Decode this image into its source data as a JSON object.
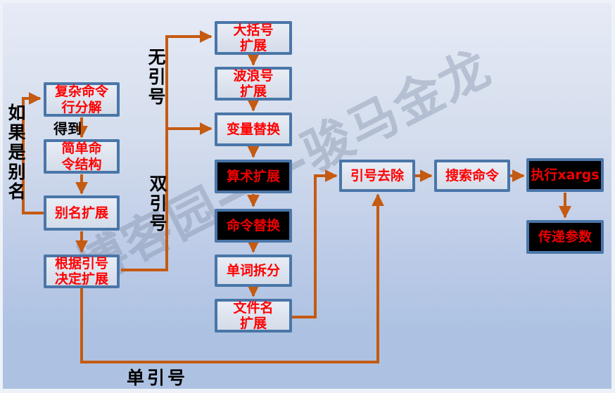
{
  "diagram": {
    "watermark": "博客园——骏马金龙",
    "colors": {
      "arrow": "#c55a11",
      "box_border": "#4a76a8",
      "box_fill_light": "#dde3ee",
      "box_fill_dark": "#000000",
      "box_text_red": "#ff0000",
      "label_black": "#000000",
      "background_top": "#e6ebf6",
      "background_bottom": "#adc2e2"
    },
    "nodes": {
      "complex_cmd": {
        "label": "复杂命令\n行分解",
        "style": "light"
      },
      "simple_cmd": {
        "label": "简单命\n令结构",
        "style": "light"
      },
      "alias_expand": {
        "label": "别名扩展",
        "style": "light"
      },
      "quote_decide": {
        "label": "根据引号\n决定扩展",
        "style": "light"
      },
      "brace_expand": {
        "label": "大括号\n扩展",
        "style": "light"
      },
      "tilde_expand": {
        "label": "波浪号\n扩展",
        "style": "light"
      },
      "var_subst": {
        "label": "变量替换",
        "style": "light"
      },
      "arith_expand": {
        "label": "算术扩展",
        "style": "dark"
      },
      "cmd_subst": {
        "label": "命令替换",
        "style": "dark"
      },
      "word_split": {
        "label": "单词拆分",
        "style": "light"
      },
      "filename_expand": {
        "label": "文件名\n扩展",
        "style": "light"
      },
      "quote_removal": {
        "label": "引号去除",
        "style": "light"
      },
      "search_cmd": {
        "label": "搜索命令",
        "style": "light"
      },
      "exec_xargs": {
        "label": "执行xargs",
        "style": "dark"
      },
      "pass_args": {
        "label": "传递参数",
        "style": "dark"
      }
    },
    "edge_labels": {
      "got": "得到",
      "if_alias": "如果是别名",
      "no_quote": "无引号",
      "double_quote": "双引号",
      "single_quote": "单引号"
    }
  }
}
